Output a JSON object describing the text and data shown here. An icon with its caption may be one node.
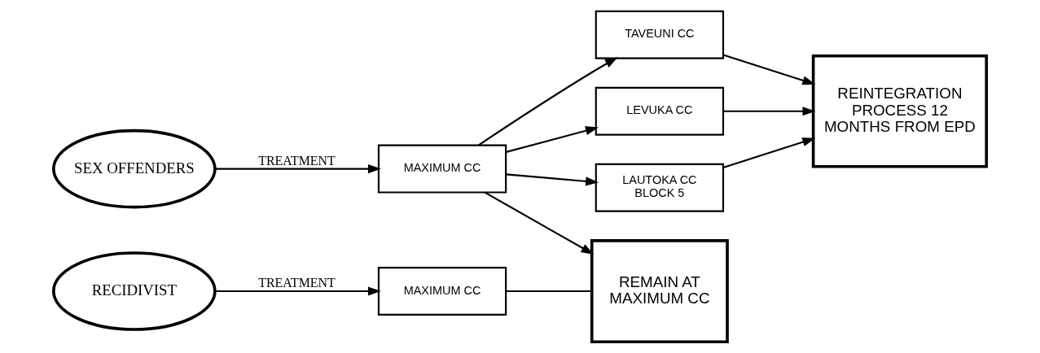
{
  "diagram": {
    "nodes": [
      {
        "text": [
          "SEX OFFENDERS"
        ]
      },
      {
        "text": [
          "MAXIMUM CC"
        ]
      },
      {
        "text": [
          "TAVEUNI CC"
        ]
      },
      {
        "text": [
          "LEVUKA CC"
        ]
      },
      {
        "text": [
          "LAUTOKA CC BLOCK 5"
        ]
      },
      {
        "text": [
          "REINTEGRATION PROCESS 12 MONTHS FROM EPD"
        ]
      },
      {
        "text": [
          "RECIDIVIST"
        ]
      },
      {
        "text": [
          "MAXIMUM CC"
        ]
      },
      {
        "text": [
          "REMAIN AT MAXIMUM CC"
        ]
      }
    ],
    "edges": [
      {
        "from": 0,
        "to": 1,
        "arrow": "to",
        "label": "TREATMENT"
      },
      {
        "from": 1,
        "to": 2,
        "arrow": "to"
      },
      {
        "from": 1,
        "to": 3,
        "arrow": "to"
      },
      {
        "from": 1,
        "to": 4,
        "arrow": "to"
      },
      {
        "from": 1,
        "to": 8,
        "arrow": "to"
      },
      {
        "from": 2,
        "to": 5,
        "arrow": "to"
      },
      {
        "from": 3,
        "to": 5,
        "arrow": "to"
      },
      {
        "from": 4,
        "to": 5,
        "arrow": "to"
      },
      {
        "from": 6,
        "to": 7,
        "arrow": "to",
        "label": "TREATMENT"
      },
      {
        "from": 7,
        "to": 8,
        "arrow": "none"
      }
    ]
  }
}
